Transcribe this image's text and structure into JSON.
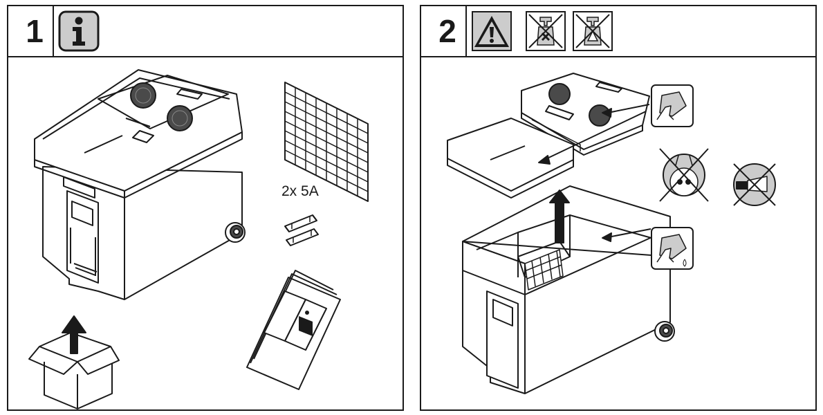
{
  "steps": [
    {
      "number": "1",
      "header_icons": [
        "information-icon"
      ],
      "fuse_label": "2x 5A"
    },
    {
      "number": "2",
      "header_icons": [
        "warning-icon",
        "no-cleaning-spray-icon",
        "no-abrasive-cleaner-icon"
      ]
    }
  ],
  "colors": {
    "line": "#1a1a1a",
    "grey": "#cccccc",
    "light_grey": "#e6e6e6"
  }
}
